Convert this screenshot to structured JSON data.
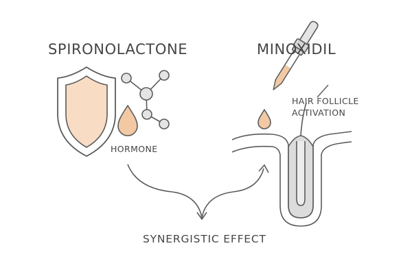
{
  "labels": {
    "left_title": "SPIRONOLACTONE",
    "right_title": "MINOXIDIL",
    "hormone": "HORMONE",
    "follicle_line1": "HAIR FOLLICLE",
    "follicle_line2": "ACTIVATION",
    "bottom": "SYNERGISTIC EFFECT"
  },
  "colors": {
    "stroke": "#5a5a5a",
    "peach_fill": "#f9dcc4",
    "peach_drop": "#f2c9a3",
    "gray_fill": "#e0e0e0",
    "text": "#454545"
  },
  "icons": [
    "shield-icon",
    "molecule-icon",
    "droplet-icon",
    "dropper-icon",
    "hair-follicle-icon",
    "arrow-icon"
  ]
}
